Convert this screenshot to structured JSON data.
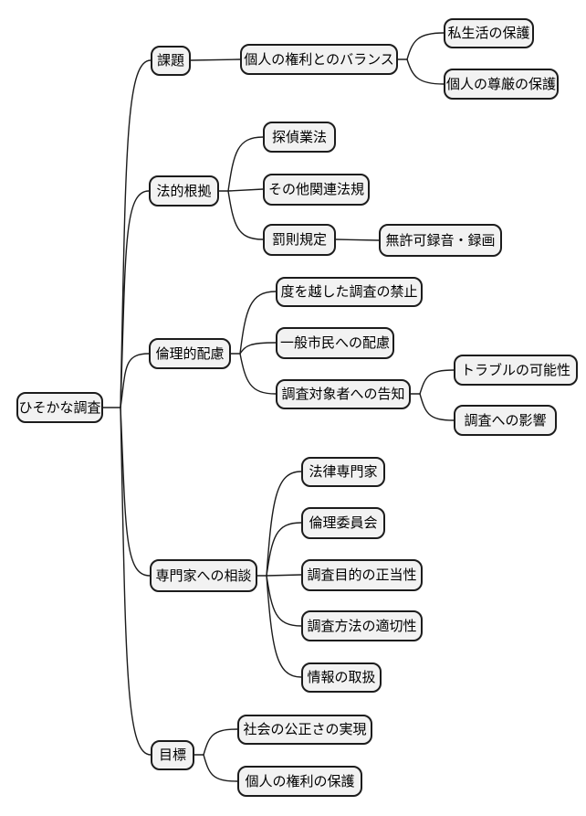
{
  "diagram_type": "mindmap",
  "colors": {
    "background": "#ffffff",
    "node_fill": "#f2f2f2",
    "node_border": "#1c1c1c",
    "edge": "#1c1c1c",
    "text": "#000000"
  },
  "tree": {
    "label": "ひそかな調査",
    "children": [
      {
        "label": "課題",
        "children": [
          {
            "label": "個人の権利とのバランス",
            "children": [
              {
                "label": "私生活の保護"
              },
              {
                "label": "個人の尊厳の保護"
              }
            ]
          }
        ]
      },
      {
        "label": "法的根拠",
        "children": [
          {
            "label": "探偵業法"
          },
          {
            "label": "その他関連法規"
          },
          {
            "label": "罰則規定",
            "children": [
              {
                "label": "無許可録音・録画"
              }
            ]
          }
        ]
      },
      {
        "label": "倫理的配慮",
        "children": [
          {
            "label": "度を越した調査の禁止"
          },
          {
            "label": "一般市民への配慮"
          },
          {
            "label": "調査対象者への告知",
            "children": [
              {
                "label": "トラブルの可能性"
              },
              {
                "label": "調査への影響"
              }
            ]
          }
        ]
      },
      {
        "label": "専門家への相談",
        "children": [
          {
            "label": "法律専門家"
          },
          {
            "label": "倫理委員会"
          },
          {
            "label": "調査目的の正当性"
          },
          {
            "label": "調査方法の適切性"
          },
          {
            "label": "情報の取扱"
          }
        ]
      },
      {
        "label": "目標",
        "children": [
          {
            "label": "社会の公正さの実現"
          },
          {
            "label": "個人の権利の保護"
          }
        ]
      }
    ]
  }
}
